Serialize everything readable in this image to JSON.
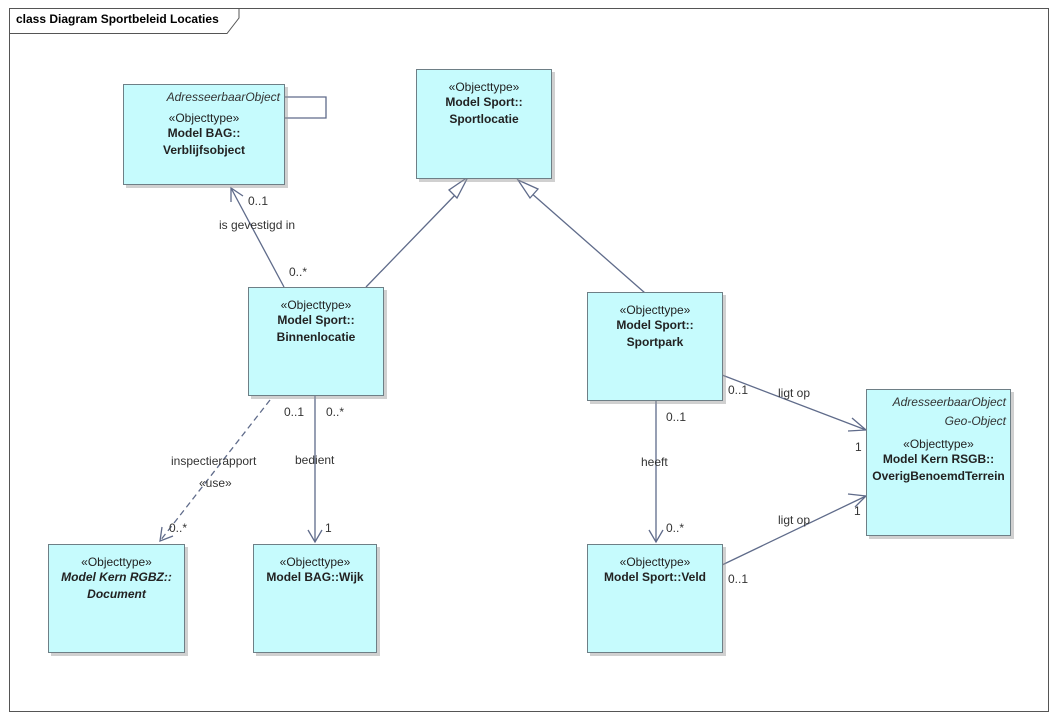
{
  "diagram": {
    "title": "class Diagram Sportbeleid Locaties"
  },
  "classes": {
    "verblijfsobject": {
      "parents": [
        "AdresseerbaarObject"
      ],
      "stereotype": "«Objecttype»",
      "name_lines": [
        "Model BAG::",
        "Verblijfsobject"
      ]
    },
    "sportlocatie": {
      "stereotype": "«Objecttype»",
      "name_lines": [
        "Model Sport::",
        "Sportlocatie"
      ]
    },
    "binnenlocatie": {
      "stereotype": "«Objecttype»",
      "name_lines": [
        "Model Sport::",
        "Binnenlocatie"
      ]
    },
    "sportpark": {
      "stereotype": "«Objecttype»",
      "name_lines": [
        "Model Sport::",
        "Sportpark"
      ]
    },
    "overig_benoemd_terrein": {
      "parents": [
        "AdresseerbaarObject",
        "Geo-Object"
      ],
      "stereotype": "«Objecttype»",
      "name_lines": [
        "Model Kern RSGB::",
        "OverigBenoemdTerrein"
      ]
    },
    "document": {
      "stereotype": "«Objecttype»",
      "name_lines": [
        "Model Kern RGBZ::",
        "Document"
      ]
    },
    "wijk": {
      "stereotype": "«Objecttype»",
      "name_lines": [
        "Model BAG::Wijk"
      ]
    },
    "veld": {
      "stereotype": "«Objecttype»",
      "name_lines": [
        "Model Sport::Veld"
      ]
    }
  },
  "connectors": {
    "gevestigd": {
      "label": "is gevestigd in",
      "source_mult": "0..*",
      "target_mult": "0..1"
    },
    "inspectie": {
      "label": "inspectierapport",
      "stereotype": "«use»",
      "source_mult": "0..1",
      "target_mult": "0..*"
    },
    "bedient": {
      "label": "bedient",
      "source_mult": "0..*",
      "target_mult": "1"
    },
    "heeft": {
      "label": "heeft",
      "source_mult": "0..1",
      "target_mult": "0..*"
    },
    "sportpark_ligt_op": {
      "label": "ligt op",
      "source_mult": "0..1",
      "target_mult": "1"
    },
    "veld_ligt_op": {
      "label": "ligt op",
      "source_mult": "0..1",
      "target_mult": "1"
    }
  }
}
